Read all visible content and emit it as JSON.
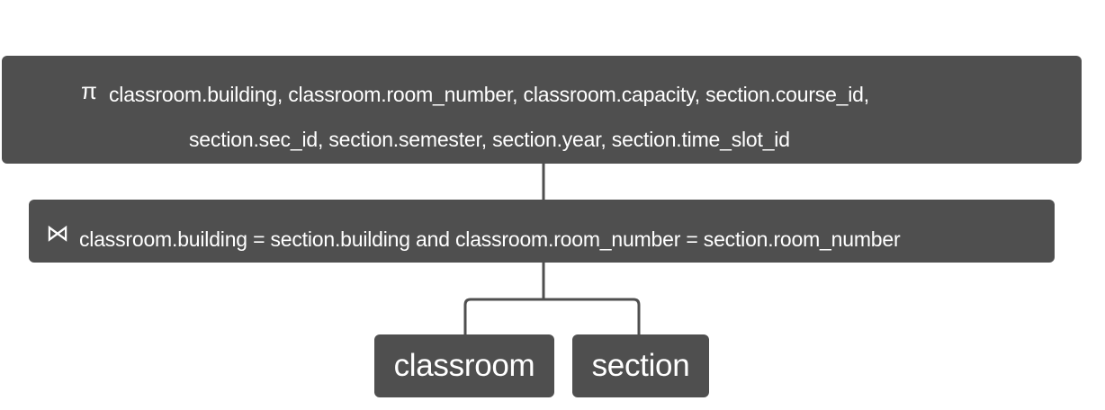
{
  "projection": {
    "symbol": "π",
    "line1": "classroom.building, classroom.room_number, classroom.capacity, section.course_id,",
    "line2": "section.sec_id, section.semester, section.year, section.time_slot_id"
  },
  "join": {
    "symbol": "⋈",
    "condition": "classroom.building = section.building and classroom.room_number = section.room_number"
  },
  "relations": {
    "left": "classroom",
    "right": "section"
  },
  "colors": {
    "node_fill": "#4f4f4f",
    "node_text": "#ffffff",
    "edge": "#4f4f4f",
    "background": "#ffffff"
  }
}
